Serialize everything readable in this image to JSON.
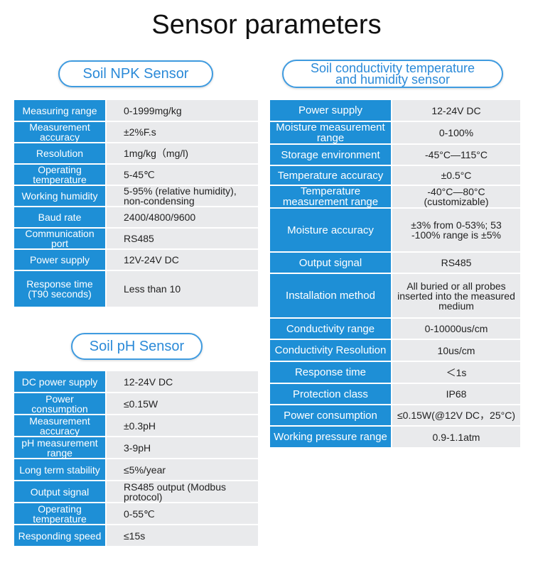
{
  "title": "Sensor parameters",
  "npk": {
    "heading": "Soil NPK Sensor",
    "rows": [
      {
        "key": "Measuring range",
        "value": "0-1999mg/kg"
      },
      {
        "key": "Measurement accuracy",
        "value": "±2%F.s"
      },
      {
        "key": "Resolution",
        "value": "1mg/kg（mg/l)"
      },
      {
        "key": "Operating temperature",
        "value": "5-45℃"
      },
      {
        "key": "Working humidity",
        "value": "5-95% (relative humidity), non-condensing"
      },
      {
        "key": "Baud rate",
        "value": "2400/4800/9600"
      },
      {
        "key": "Communication port",
        "value": "RS485"
      },
      {
        "key": "Power supply",
        "value": "12V-24V DC"
      },
      {
        "key": "Response time (T90 seconds)",
        "value": "Less than 10"
      }
    ]
  },
  "ph": {
    "heading": "Soil pH Sensor",
    "rows": [
      {
        "key": "DC power supply",
        "value": "12-24V DC"
      },
      {
        "key": "Power consumption",
        "value": "≤0.15W"
      },
      {
        "key": "Measurement accuracy",
        "value": "±0.3pH"
      },
      {
        "key": "pH measurement range",
        "value": "3-9pH"
      },
      {
        "key": "Long term stability",
        "value": "≤5%/year"
      },
      {
        "key": "Output signal",
        "value": "RS485 output (Modbus protocol)"
      },
      {
        "key": "Operating temperature",
        "value": "0-55℃"
      },
      {
        "key": "Responding speed",
        "value": "≤15s"
      }
    ]
  },
  "conductivity": {
    "heading_line1": "Soil conductivity temperature",
    "heading_line2": "and humidity sensor",
    "rows": [
      {
        "key": "Power supply",
        "value": "12-24V DC"
      },
      {
        "key": "Moisture measurement range",
        "value": "0-100%"
      },
      {
        "key": "Storage environment",
        "value": "-45°C—115°C"
      },
      {
        "key": "Temperature accuracy",
        "value": "±0.5°C"
      },
      {
        "key": "Temperature measurement range",
        "value": "-40°C—80°C (customizable)"
      },
      {
        "key": "Moisture accuracy",
        "value": "±3% from 0-53%; 53 -100% range is ±5%"
      },
      {
        "key": "Output signal",
        "value": "RS485"
      },
      {
        "key": "Installation method",
        "value": "All buried or all probes inserted into the measured medium"
      },
      {
        "key": "Conductivity range",
        "value": "0-10000us/cm"
      },
      {
        "key": "Conductivity Resolution",
        "value": "10us/cm"
      },
      {
        "key": "Response time",
        "value": "＜1s"
      },
      {
        "key": "Protection class",
        "value": "IP68"
      },
      {
        "key": "Power consumption",
        "value": "≤0.15W(@12V DC，25°C)"
      },
      {
        "key": "Working pressure range",
        "value": "0.9-1.1atm"
      }
    ]
  },
  "colors": {
    "accent": "#1e8fd6",
    "cell": "#e9eaec",
    "pill_border": "#3f9be0"
  }
}
